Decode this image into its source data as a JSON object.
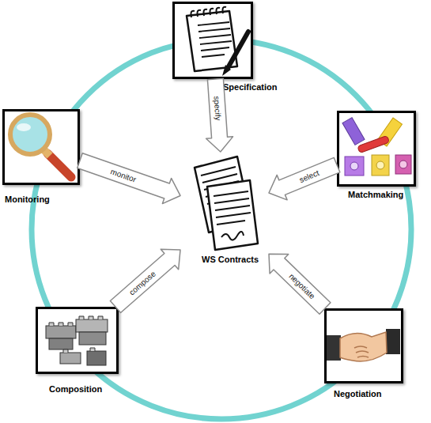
{
  "diagram": {
    "nodes": [
      {
        "text": [
          "Specification"
        ]
      },
      {
        "text": [
          "Monitoring"
        ]
      },
      {
        "text": [
          "Matchmaking"
        ]
      },
      {
        "text": [
          "WS Contracts"
        ]
      },
      {
        "text": [
          "Composition"
        ]
      },
      {
        "text": [
          "Negotiation"
        ]
      }
    ],
    "edges": [
      {
        "from": 0,
        "to": 3,
        "arrow": "to",
        "label": "specify"
      },
      {
        "from": 2,
        "to": 3,
        "arrow": "to",
        "label": "select"
      },
      {
        "from": 1,
        "to": 3,
        "arrow": "to",
        "label": "monitor"
      },
      {
        "from": 5,
        "to": 3,
        "arrow": "to",
        "label": "negotiate"
      },
      {
        "from": 4,
        "to": 3,
        "arrow": "to",
        "label": "compose"
      }
    ]
  }
}
